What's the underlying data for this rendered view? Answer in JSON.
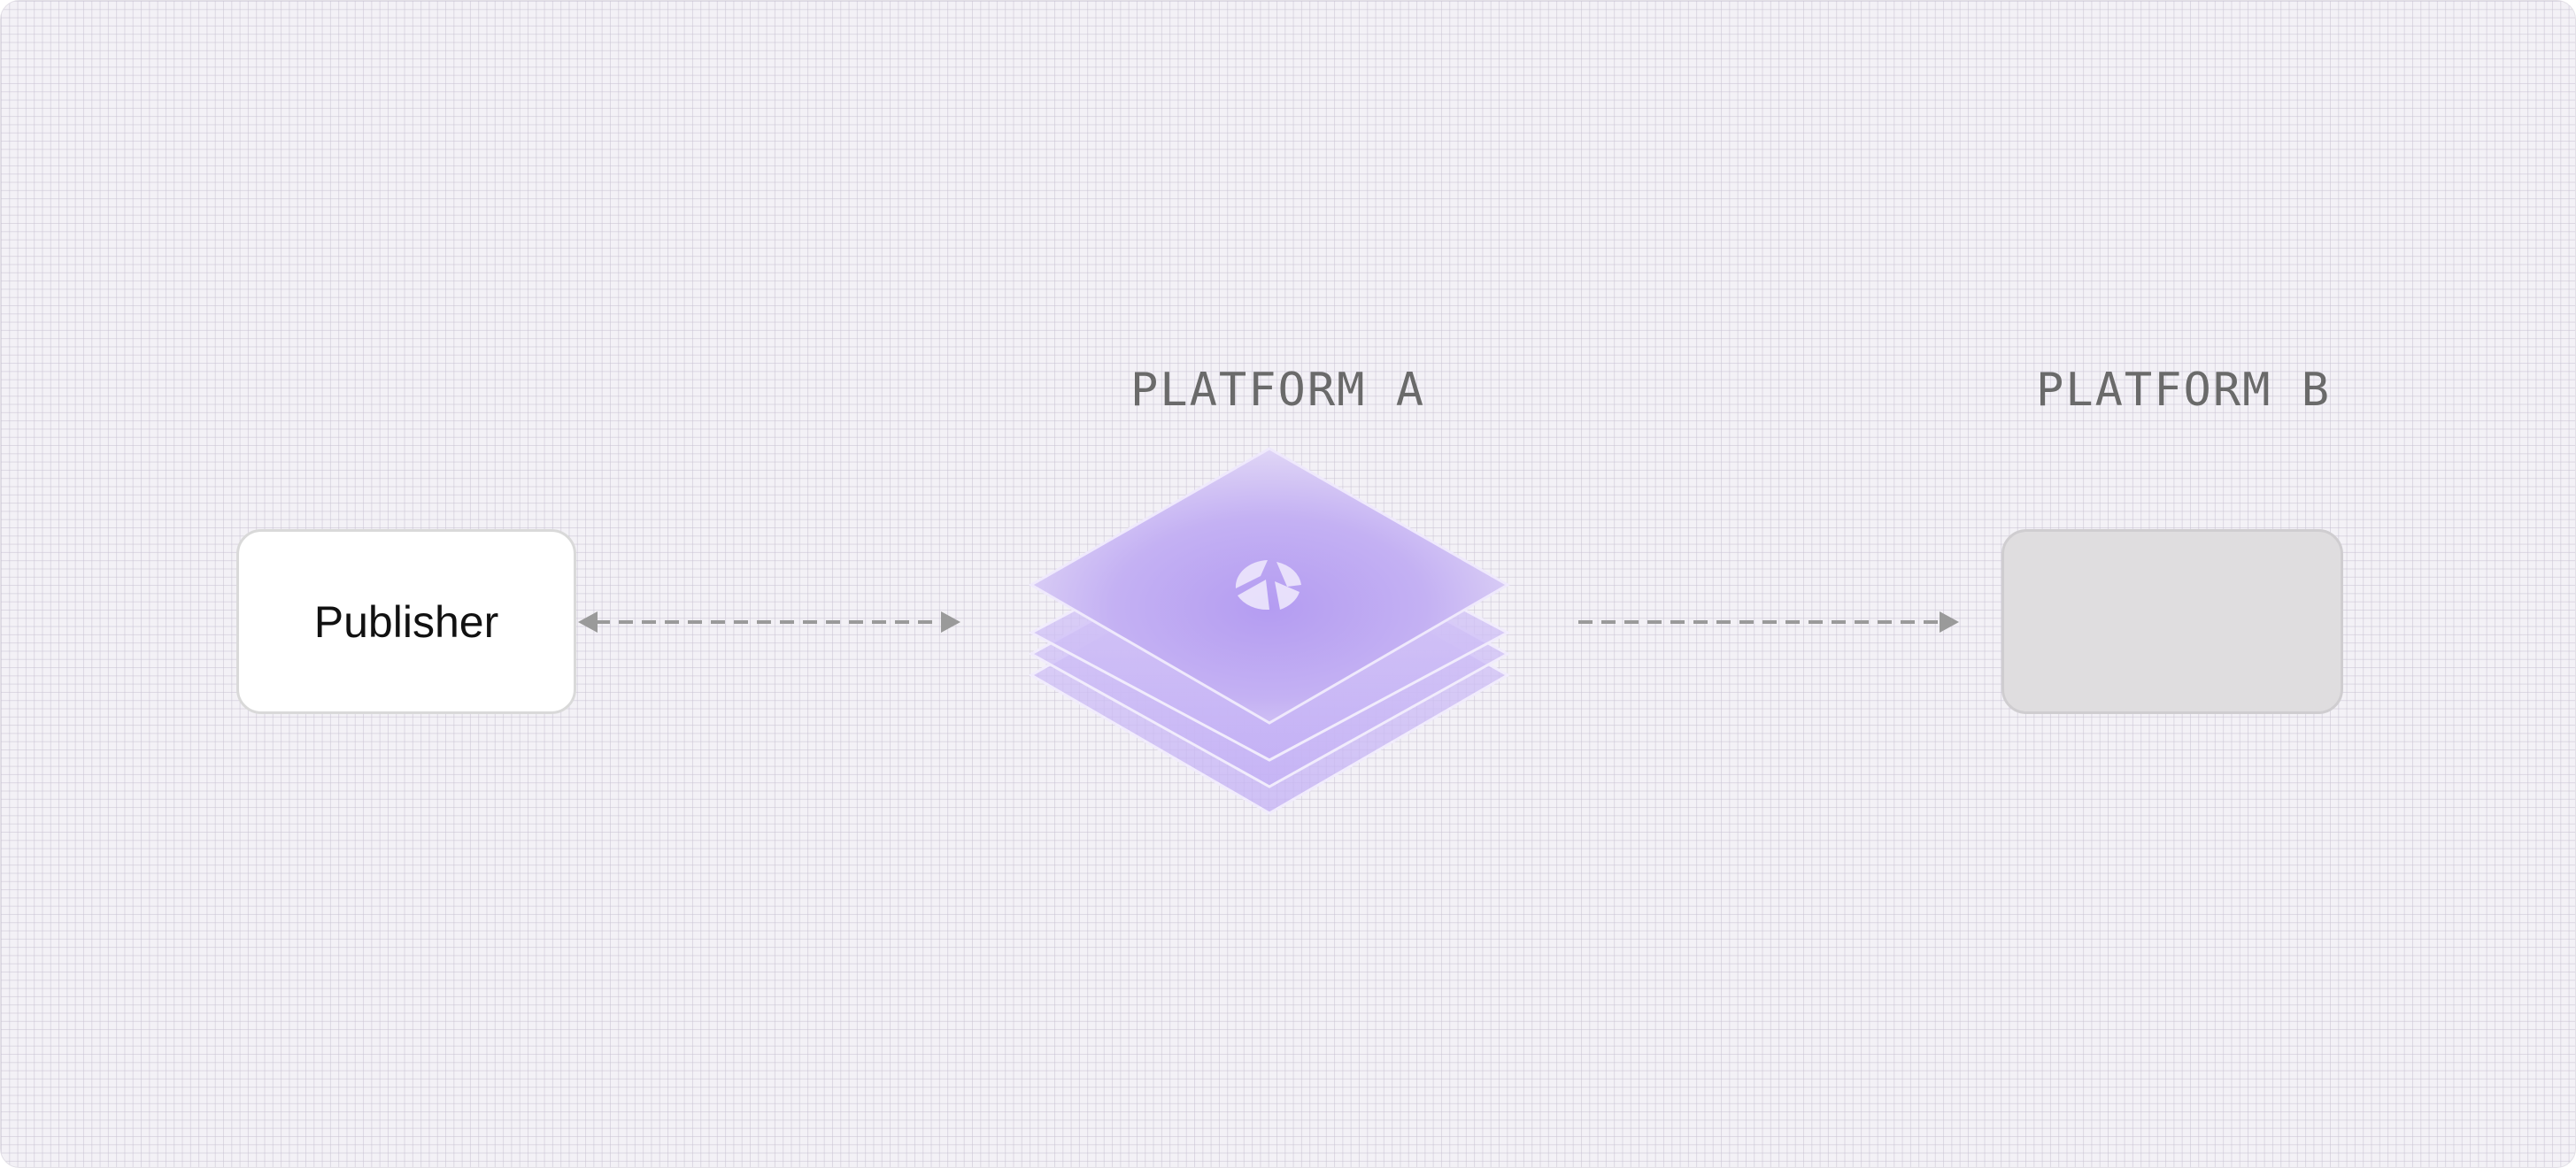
{
  "diagram": {
    "nodes": {
      "publisher": {
        "label": "Publisher"
      },
      "platform_a": {
        "title": "PLATFORM A",
        "icon": "platform-logo-icon"
      },
      "platform_b": {
        "title": "PLATFORM B"
      }
    },
    "edges": [
      {
        "from": "publisher",
        "to": "platform_a",
        "style": "dashed",
        "direction": "bidirectional"
      },
      {
        "from": "platform_a",
        "to": "platform_b",
        "style": "dashed",
        "direction": "forward"
      }
    ],
    "colors": {
      "background": "#f3f1f6",
      "grid": "#c8c2d2",
      "connector": "#9a9a9a",
      "stack_accent": "#b49cf2",
      "label": "#6a6a6a"
    }
  }
}
